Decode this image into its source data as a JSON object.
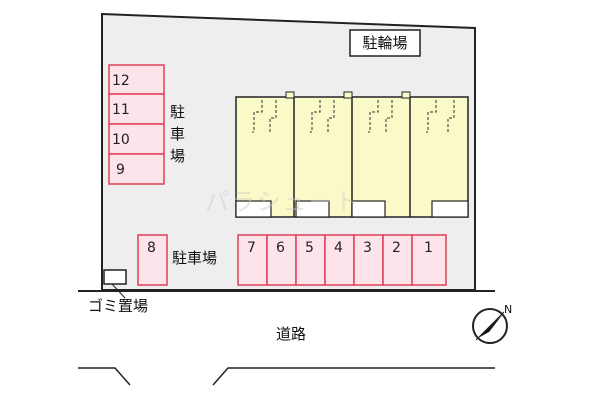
{
  "labels": {
    "bicycle_parking": "駐輪場",
    "parking_vertical": "駐車場",
    "parking_horizontal": "駐車場",
    "garbage": "ゴミ置場",
    "road": "道路",
    "compass_letter": "N"
  },
  "parking_left_column": [
    "12",
    "11",
    "10",
    "9"
  ],
  "parking_single": [
    "8"
  ],
  "parking_bottom_row": [
    "7",
    "6",
    "5",
    "4",
    "3",
    "2",
    "1"
  ],
  "building": {
    "units": 4
  },
  "watermark": "パラシュート",
  "colors": {
    "lot_fill": "#eeeeee",
    "stall_fill": "#fde3ea",
    "stall_stroke": "#e0405a",
    "building_fill": "#fafac8",
    "line": "#222222"
  }
}
